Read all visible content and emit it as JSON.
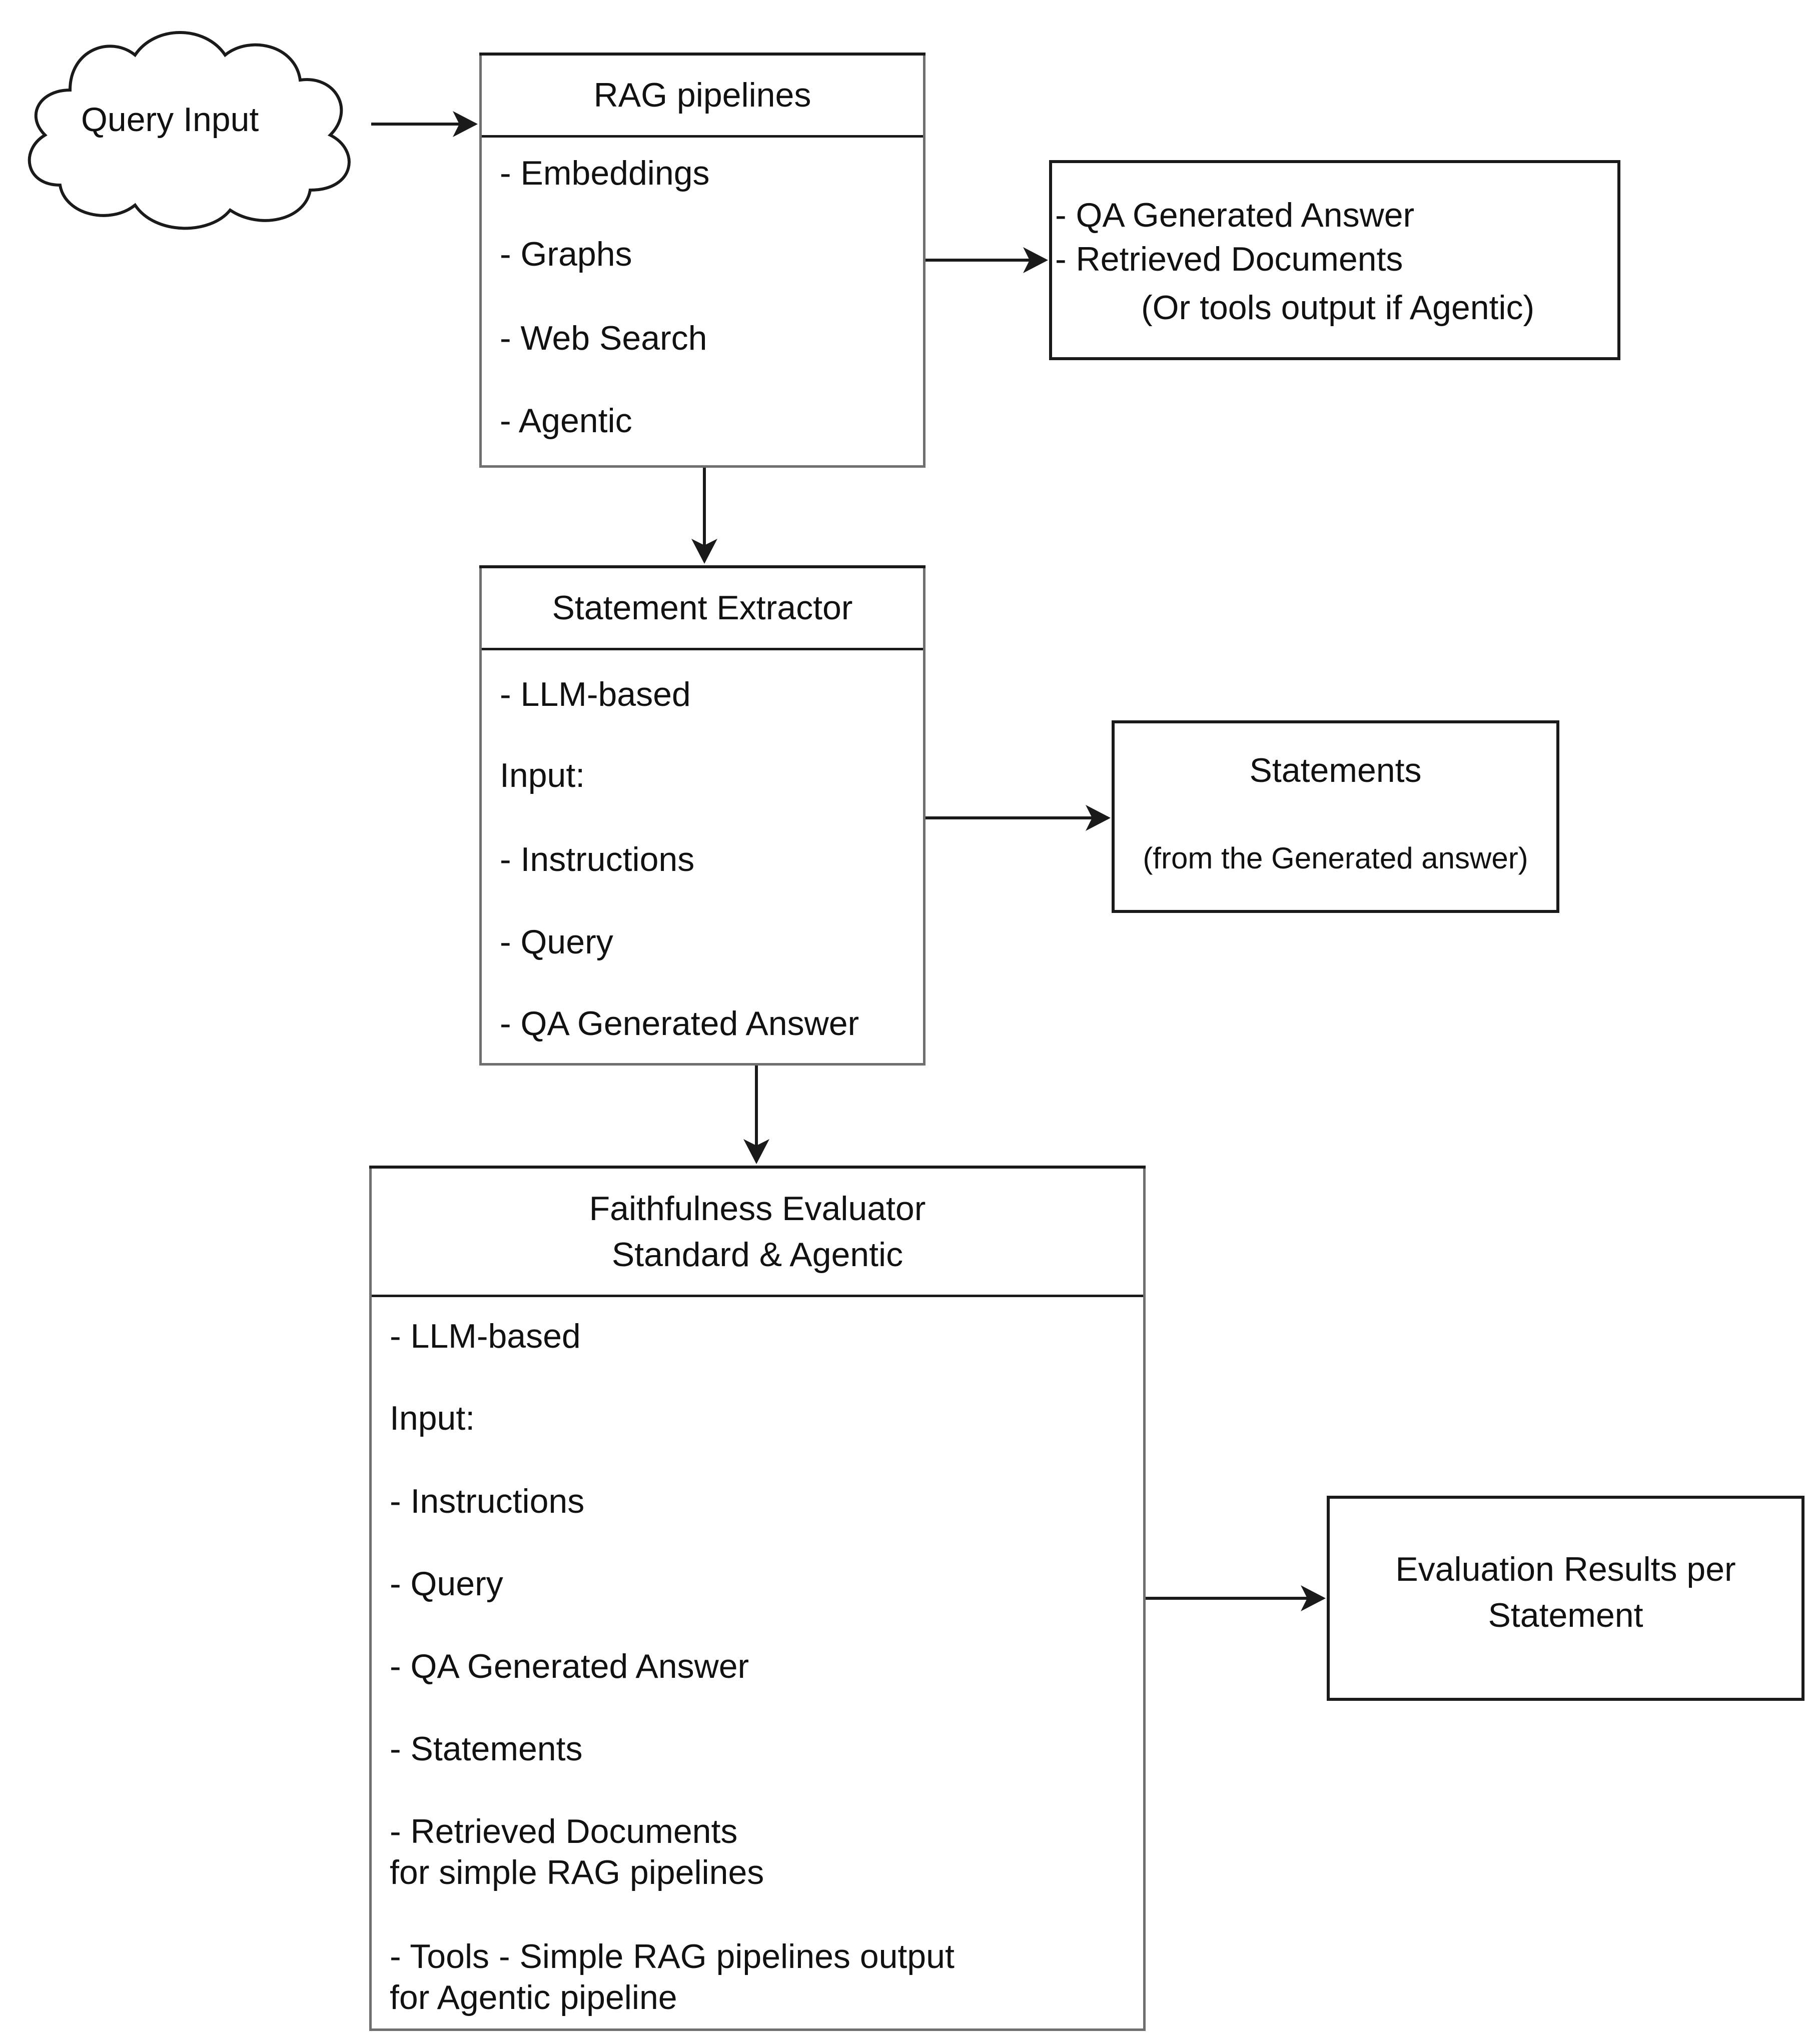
{
  "query_input": {
    "label": "Query Input"
  },
  "rag_pipelines": {
    "title": "RAG pipelines",
    "items": [
      "- Embeddings",
      "- Graphs",
      "- Web Search",
      "- Agentic"
    ]
  },
  "rag_output": {
    "lines": [
      "- QA Generated Answer",
      "- Retrieved Documents",
      "(Or tools output if Agentic)"
    ]
  },
  "statement_extractor": {
    "title": "Statement Extractor",
    "items": [
      "- LLM-based",
      "Input:",
      "- Instructions",
      "- Query",
      "- QA Generated Answer"
    ]
  },
  "statements_output": {
    "title": "Statements",
    "subtitle": "(from the Generated answer)"
  },
  "faithfulness_evaluator": {
    "title": "Faithfulness Evaluator\nStandard & Agentic",
    "items": [
      "- LLM-based",
      "Input:",
      "- Instructions",
      "- Query",
      "- QA Generated Answer",
      "- Statements",
      "- Retrieved Documents\nfor simple RAG pipelines",
      "- Tools - Simple RAG pipelines output\nfor Agentic pipeline"
    ]
  },
  "evaluation_output": {
    "label": "Evaluation Results per\nStatement"
  }
}
